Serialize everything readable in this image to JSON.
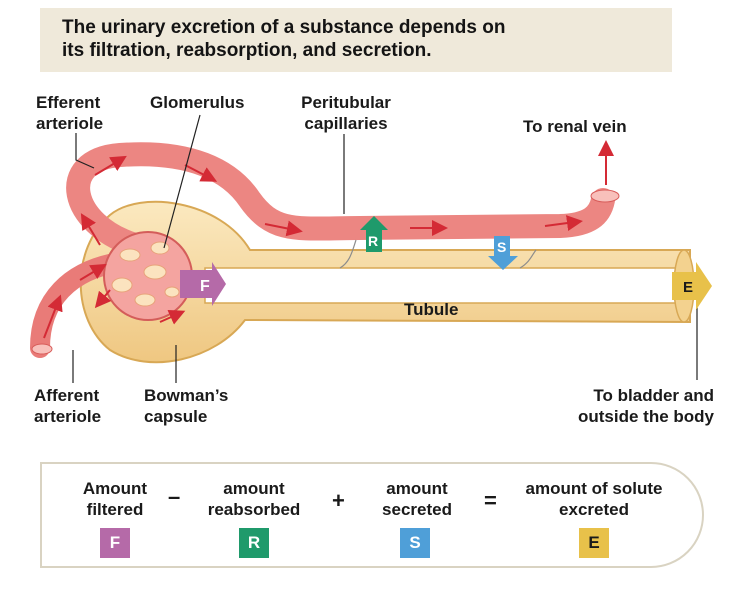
{
  "title": {
    "line1": "The urinary excretion of a substance depends on",
    "line2": "its filtration, reabsorption, and secretion."
  },
  "labels": {
    "efferent_arteriole": [
      "Efferent",
      "arteriole"
    ],
    "glomerulus": "Glomerulus",
    "peritubular_capillaries": [
      "Peritubular",
      "capillaries"
    ],
    "to_renal_vein": "To renal vein",
    "afferent_arteriole": [
      "Afferent",
      "arteriole"
    ],
    "bowmans_capsule": [
      "Bowman’s",
      "capsule"
    ],
    "tubule": "Tubule",
    "to_bladder": [
      "To bladder and",
      "outside the body"
    ]
  },
  "markers": {
    "filtration": "F",
    "reabsorption": "R",
    "secretion": "S",
    "excretion": "E"
  },
  "equation": {
    "filtered": [
      "Amount",
      "filtered"
    ],
    "reabsorbed": [
      "amount",
      "reabsorbed"
    ],
    "secreted": [
      "amount",
      "secreted"
    ],
    "excreted": [
      "amount of solute",
      "excreted"
    ],
    "minus": "–",
    "plus": "+",
    "equals": "="
  },
  "colors": {
    "filtration": "#b56aa8",
    "reabsorption": "#1f9a6b",
    "secretion": "#4f9fd8",
    "excretion": "#e8c14a",
    "vessel": "#ef8a86",
    "vessel_arrow": "#d42a35",
    "tubule": "#f6dca0",
    "title_bg": "#efe9da"
  }
}
